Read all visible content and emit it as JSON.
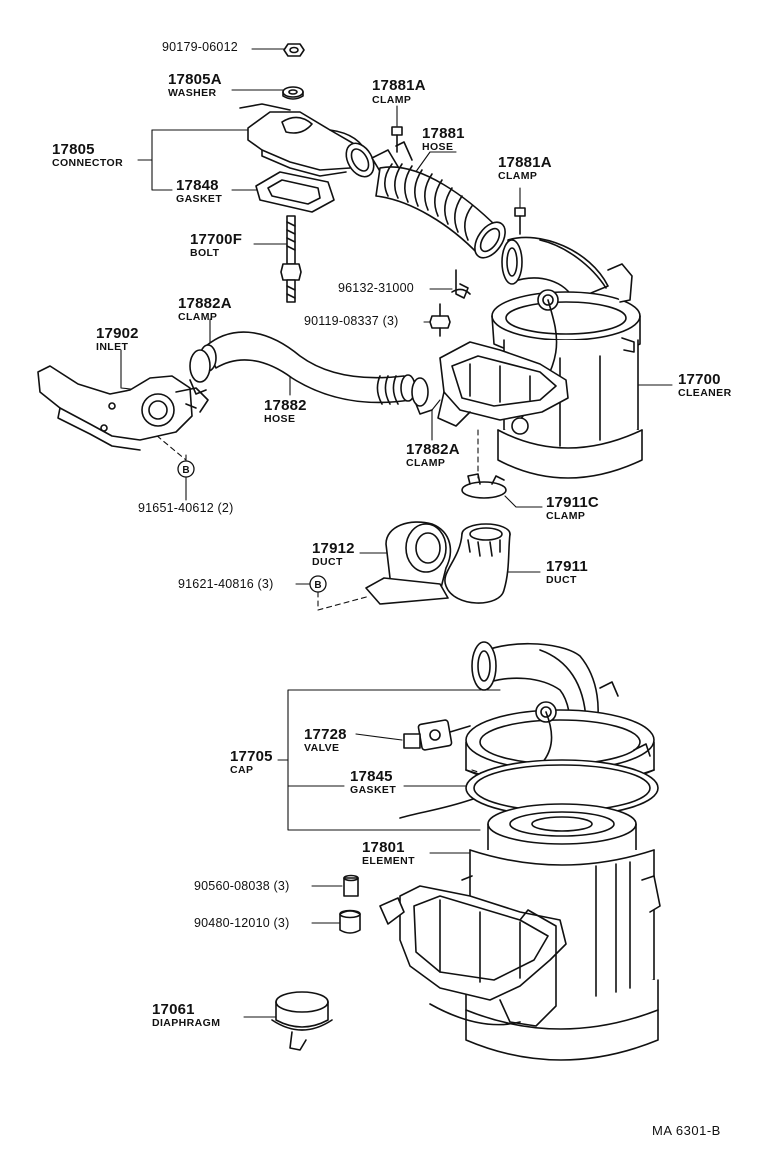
{
  "labels": {
    "p90179": "90179-06012",
    "p17805A": "17805A",
    "p17805A_sub": "WASHER",
    "p17805": "17805",
    "p17805_sub": "CONNECTOR",
    "p17848": "17848",
    "p17848_sub": "GASKET",
    "p17881A_1": "17881A",
    "p17881A_1_sub": "CLAMP",
    "p17881": "17881",
    "p17881_sub": "HOSE",
    "p17881A_2": "17881A",
    "p17881A_2_sub": "CLAMP",
    "p17700F": "17700F",
    "p17700F_sub": "BOLT",
    "p96132": "96132-31000",
    "p90119": "90119-08337 (3)",
    "p17882A_1": "17882A",
    "p17882A_1_sub": "CLAMP",
    "p17902": "17902",
    "p17902_sub": "INLET",
    "p17882": "17882",
    "p17882_sub": "HOSE",
    "p17700": "17700",
    "p17700_sub": "CLEANER",
    "p17882A_2": "17882A",
    "p17882A_2_sub": "CLAMP",
    "p91651": "91651-40612 (2)",
    "p17911C": "17911C",
    "p17911C_sub": "CLAMP",
    "p17912": "17912",
    "p17912_sub": "DUCT",
    "p17911": "17911",
    "p17911_sub": "DUCT",
    "p91621": "91621-40816 (3)",
    "p17728": "17728",
    "p17728_sub": "VALVE",
    "p17705": "17705",
    "p17705_sub": "CAP",
    "p17845": "17845",
    "p17845_sub": "GASKET",
    "p17801": "17801",
    "p17801_sub": "ELEMENT",
    "p90560": "90560-08038 (3)",
    "p90480": "90480-12010 (3)",
    "p17061": "17061",
    "p17061_sub": "DIAPHRAGM"
  },
  "callouts": {
    "b1": "B",
    "b2": "B"
  },
  "footer": {
    "ref": "MA  6301-B"
  }
}
